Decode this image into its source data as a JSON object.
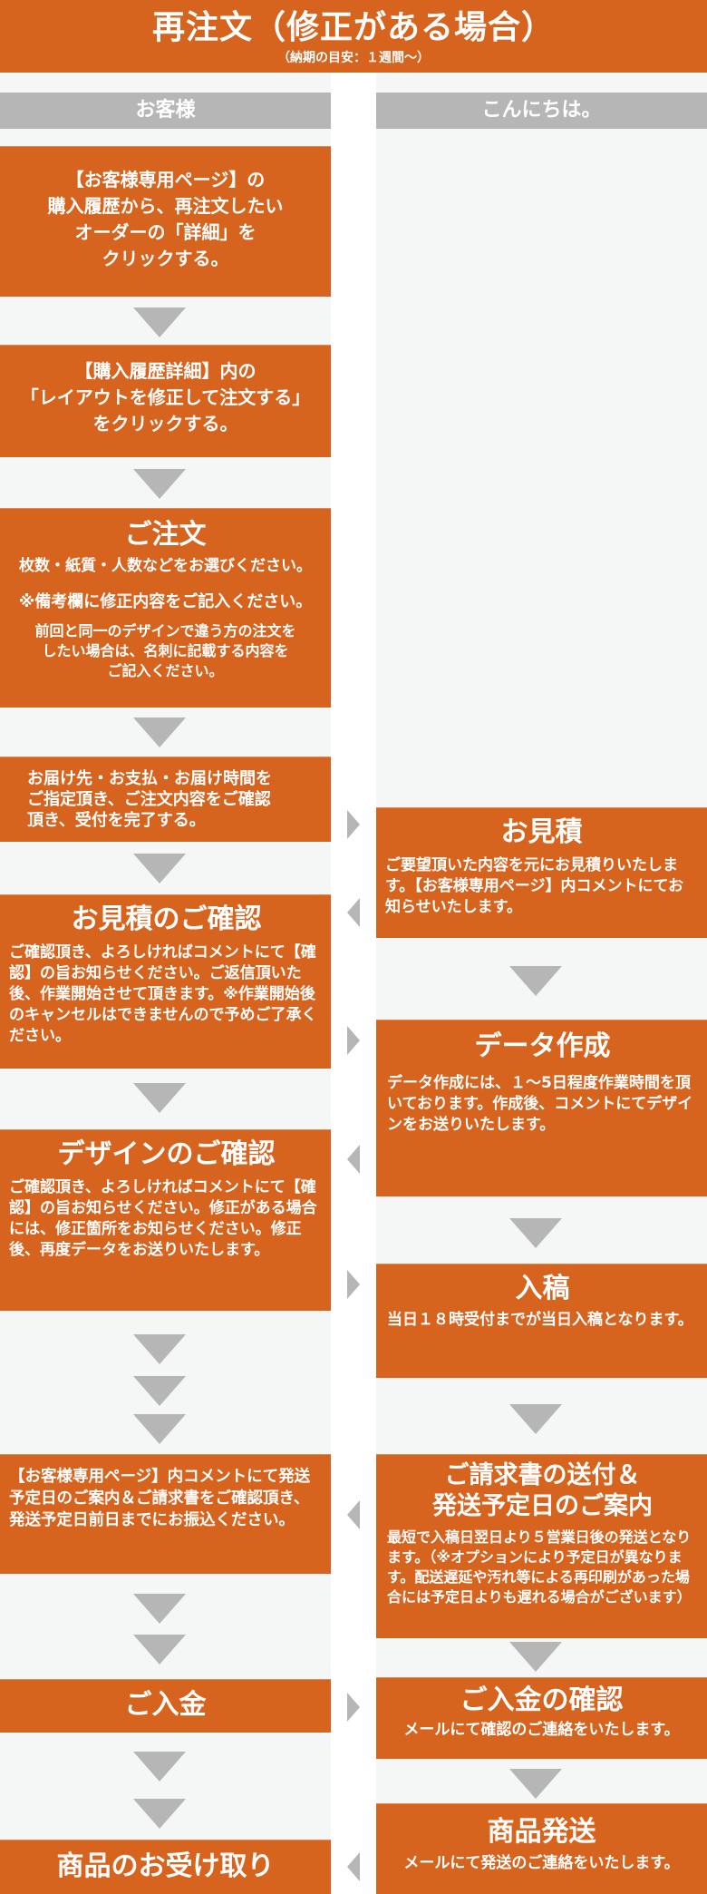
{
  "header": {
    "title": "再注文（修正がある場合）",
    "subtitle": "（納期の目安：１週間～）"
  },
  "columns": {
    "customer": "お客様",
    "company": "こんにちは。"
  },
  "customer_steps": [
    {
      "body": "【お客様専用ページ】の\n購入履歴から、再注文したい\nオーダーの「詳細」を\nクリックする。"
    },
    {
      "body": "【購入履歴詳細】内の\n「レイアウトを修正して注文する」\nをクリックする。"
    },
    {
      "title": "ご注文",
      "line1": "枚数・紙質・人数などをお選びください。",
      "line2": "※備考欄に修正内容をご記入ください。",
      "line3": "前回と同一のデザインで違う方の注文を\nしたい場合は、名刺に記載する内容を\nご記入ください。"
    },
    {
      "body": "お届け先・お支払・お届け時間を\nご指定頂き、ご注文内容をご確認\n頂き、受付を完了する。"
    },
    {
      "title": "お見積のご確認",
      "body": "ご確認頂き、よろしければコメントにて【確認】の旨お知らせください。ご返信頂いた後、作業開始させて頂きます。※作業開始後のキャンセルはできませんので予めご了承ください。"
    },
    {
      "title": "デザインのご確認",
      "body": "ご確認頂き、よろしければコメントにて【確認】の旨お知らせください。修正がある場合には、修正箇所をお知らせください。修正後、再度データをお送りいたします。"
    },
    {
      "body": "【お客様専用ページ】内コメントにて発送予定日のご案内＆ご請求書をご確認頂き、発送予定日前日までにお振込ください。"
    },
    {
      "title": "ご入金"
    },
    {
      "title": "商品のお受け取り"
    }
  ],
  "company_steps": [
    {
      "title": "お見積",
      "body": "ご要望頂いた内容を元にお見積りいたします。【お客様専用ページ】内コメントにてお知らせいたします。"
    },
    {
      "title": "データ作成",
      "body": "データ作成には、１～5日程度作業時間を頂いております。作成後、コメントにてデザインをお送りいたします。"
    },
    {
      "title": "入稿",
      "body": "当日１８時受付までが当日入稿となります。"
    },
    {
      "title": "ご請求書の送付＆\n発送予定日のご案内",
      "body": "最短で入稿日翌日より５営業日後の発送となります。（※オプションにより予定日が異なります。配送遅延や汚れ等による再印刷があった場合には予定日よりも遅れる場合がございます）"
    },
    {
      "title": "ご入金の確認",
      "body": "メールにて確認のご連絡をいたします。"
    },
    {
      "title": "商品発送",
      "body": "メールにて発送のご連絡をいたします。"
    }
  ],
  "colors": {
    "accent": "#d6641e",
    "arrow": "#b5b6b5",
    "column_bg": "#f5f7f6"
  }
}
